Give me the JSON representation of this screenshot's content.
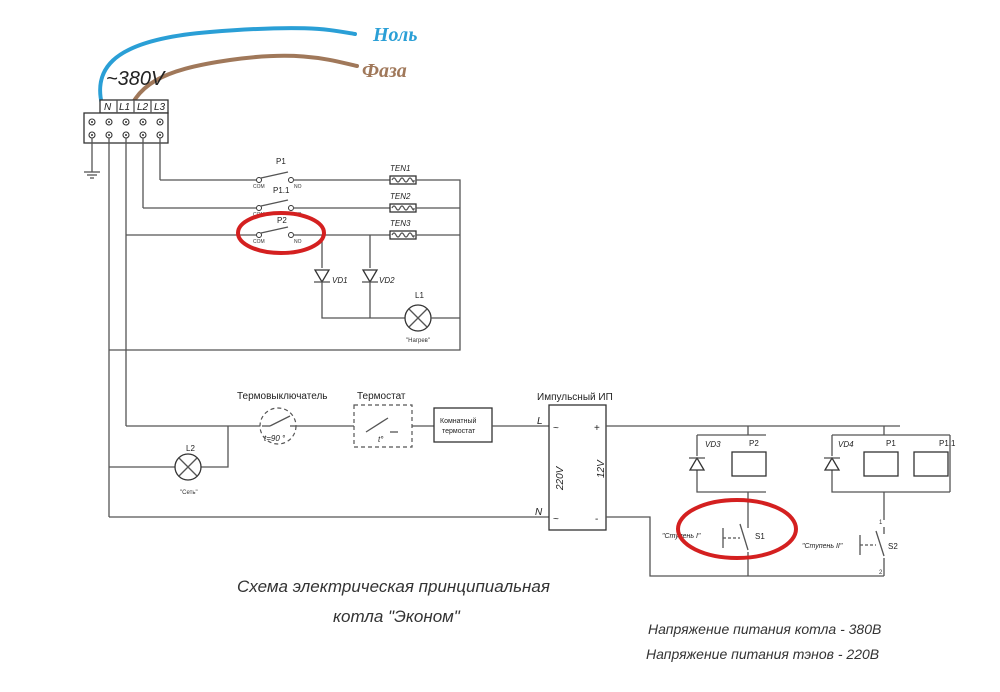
{
  "colors": {
    "neutral_wire": "#2a9fd6",
    "phase_wire": "#a0785a",
    "highlight": "#d42020",
    "wiring": "#555555"
  },
  "labels": {
    "neutral": "Ноль",
    "phase": "Фаза",
    "voltage": "~380V",
    "terminals": [
      "N",
      "L1",
      "L2",
      "L3"
    ],
    "p1": "P1",
    "p1_1": "P1.1",
    "p2": "P2",
    "com": "COM",
    "no": "NO",
    "ten1": "TEN1",
    "ten2": "TEN2",
    "ten3": "TEN3",
    "vd1": "VD1",
    "vd2": "VD2",
    "l1": "L1",
    "l1_caption": "\"Нагрев\"",
    "l2": "L2",
    "l2_caption": "\"Сеть\"",
    "thermal_switch": "Термовыключатель",
    "thermal_switch_value": "t=90 °",
    "thermostat": "Термостат",
    "thermostat_symbol": "t°",
    "room_thermostat_line1": "Комнатный",
    "room_thermostat_line2": "термостат",
    "psu": "Импульсный ИП",
    "psu_l": "L",
    "psu_n": "N",
    "psu_in": "220V",
    "psu_out": "12V",
    "tilde": "~",
    "plus": "+",
    "minus": "-",
    "vd3": "VD3",
    "vd4": "VD4",
    "p2_coil": "P2",
    "p1_coil": "P1",
    "p1_1_coil": "P1.1",
    "stage1": "\"Ступень I\"",
    "stage2": "\"Ступень II\"",
    "s1": "S1",
    "s2": "S2",
    "pin1": "1",
    "pin2": "2"
  },
  "title": {
    "line1": "Схема электрическая принципиальная",
    "line2": "котла \"Эконом\""
  },
  "notes": {
    "line1": "Напряжение питания котла - 380В",
    "line2": "Напряжение питания тэнов - 220В"
  }
}
